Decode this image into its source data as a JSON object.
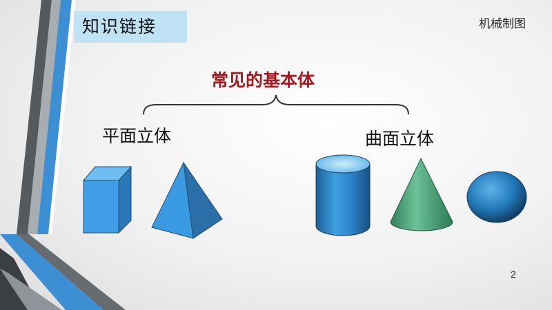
{
  "header": {
    "section_title": "知识链接",
    "course_name": "机械制图"
  },
  "content": {
    "heading": "常见的基本体",
    "categories": [
      {
        "label": "平面立体",
        "shapes": [
          "cube-icon",
          "pyramid-icon"
        ]
      },
      {
        "label": "曲面立体",
        "shapes": [
          "cylinder-icon",
          "cone-icon",
          "sphere-icon"
        ]
      }
    ]
  },
  "colors": {
    "title_bg": "#bfe3f4",
    "heading": "#a3191d",
    "shape_blue": "#2e8fd6",
    "shape_green": "#4ba57e"
  },
  "footer": {
    "page_number": "2"
  }
}
